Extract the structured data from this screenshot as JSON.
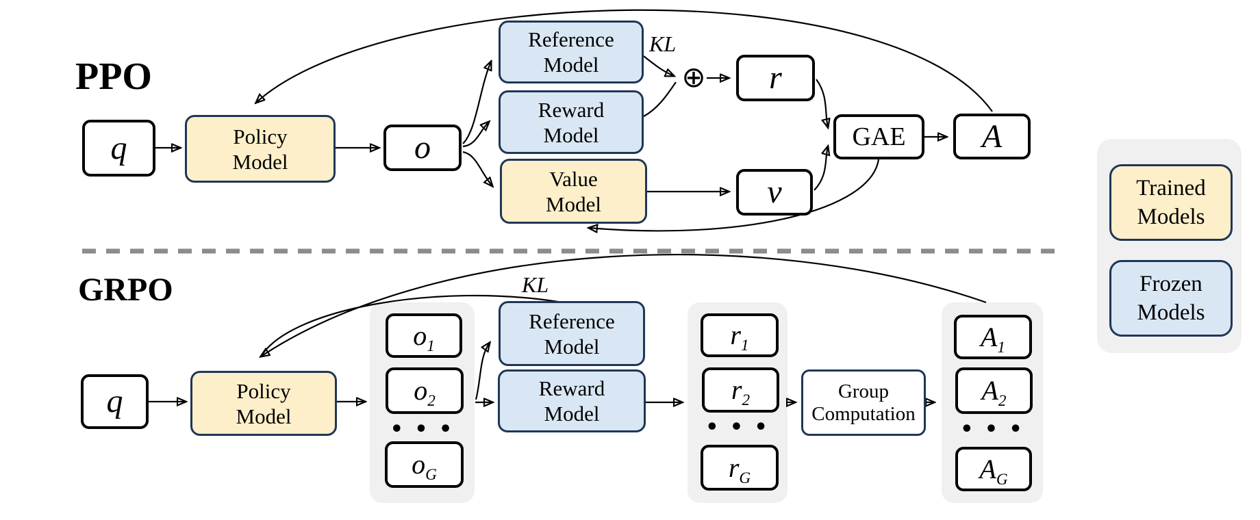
{
  "colors": {
    "trained_fill": "#FCEFC9",
    "frozen_fill": "#D9E7F4",
    "box_border_navy": "#1F3656",
    "container_gray": "#F0F0F1",
    "dashed_divider": "#8C8C8C",
    "background": "#FFFFFF",
    "ink": "#000000"
  },
  "ppo": {
    "title": "PPO",
    "q": "q",
    "policy": {
      "line1": "Policy",
      "line2": "Model"
    },
    "o": "o",
    "reference": {
      "line1": "Reference",
      "line2": "Model"
    },
    "reward": {
      "line1": "Reward",
      "line2": "Model"
    },
    "value": {
      "line1": "Value",
      "line2": "Model"
    },
    "kl": "KL",
    "oplus": "⊕",
    "r": "r",
    "v": "v",
    "gae": "GAE",
    "A": "A"
  },
  "grpo": {
    "title": "GRPO",
    "q": "q",
    "policy": {
      "line1": "Policy",
      "line2": "Model"
    },
    "kl": "KL",
    "o_items": [
      {
        "base": "o",
        "sub": "1"
      },
      {
        "base": "o",
        "sub": "2"
      },
      {
        "base": "o",
        "sub": "G"
      }
    ],
    "reference": {
      "line1": "Reference",
      "line2": "Model"
    },
    "reward": {
      "line1": "Reward",
      "line2": "Model"
    },
    "r_items": [
      {
        "base": "r",
        "sub": "1"
      },
      {
        "base": "r",
        "sub": "2"
      },
      {
        "base": "r",
        "sub": "G"
      }
    ],
    "group_computation": {
      "line1": "Group",
      "line2": "Computation"
    },
    "a_items": [
      {
        "base": "A",
        "sub": "1"
      },
      {
        "base": "A",
        "sub": "2"
      },
      {
        "base": "A",
        "sub": "G"
      }
    ],
    "dots": "• • •"
  },
  "legend": {
    "trained": {
      "line1": "Trained",
      "line2": "Models"
    },
    "frozen": {
      "line1": "Frozen",
      "line2": "Models"
    }
  }
}
